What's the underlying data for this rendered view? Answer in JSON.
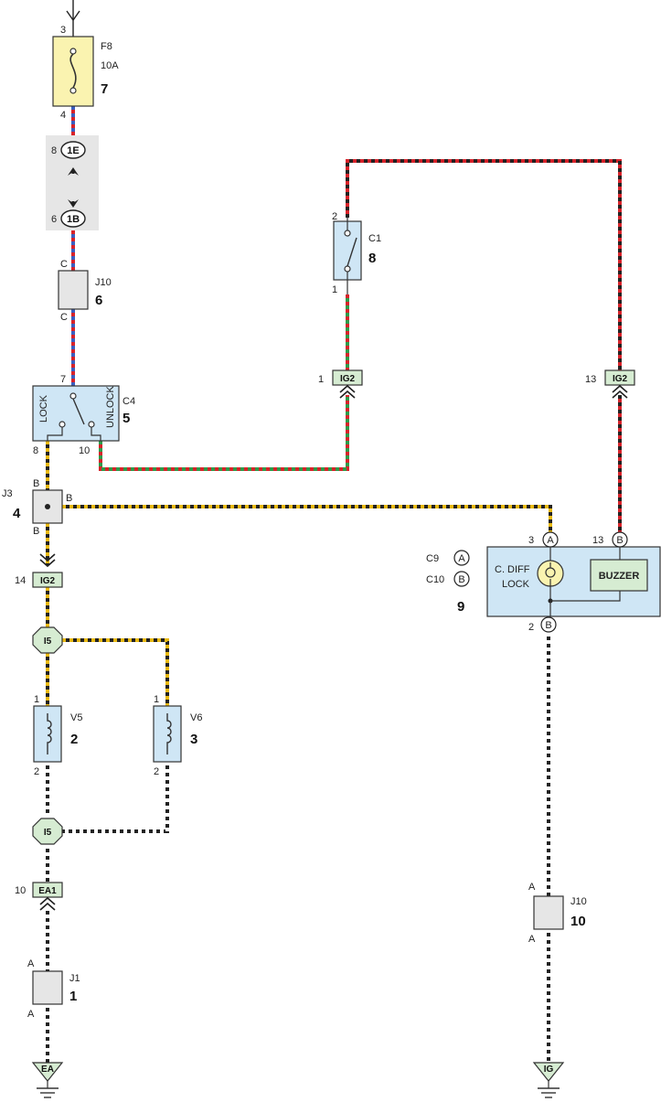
{
  "fuse": {
    "pin_top": "3",
    "pin_bottom": "4",
    "name": "F8",
    "rating": "10A",
    "number": "7"
  },
  "junction_1E_1B": {
    "pin_top": "8",
    "tag_top": "1E",
    "pin_bottom": "6",
    "tag_bottom": "1B"
  },
  "j10_top": {
    "pin_top": "C",
    "pin_bottom": "C",
    "name": "J10",
    "number": "6"
  },
  "switch_c4": {
    "name": "C4",
    "number": "5",
    "pin_in": "7",
    "pin_lock": "8",
    "pin_unlock": "10",
    "label_lock": "LOCK",
    "label_unlock": "UNLOCK"
  },
  "switch_c1": {
    "pin_top": "2",
    "pin_bottom": "1",
    "name": "C1",
    "number": "8"
  },
  "conn_ig2_c1": {
    "pin": "1",
    "tag": "IG2"
  },
  "conn_ig2_right": {
    "pin": "13",
    "tag": "IG2"
  },
  "joint_j3": {
    "name": "J3",
    "number": "4",
    "pin_top": "B",
    "pin_right": "B",
    "pin_bottom": "B"
  },
  "conn_ig2_left": {
    "pin": "14",
    "tag": "IG2"
  },
  "indicator": {
    "conn_c9": "C9",
    "conn_c9_tag": "A",
    "conn_c10": "C10",
    "conn_c10_tag": "B",
    "number": "9",
    "label_line1": "C. DIFF",
    "label_line2": "LOCK",
    "buzzer": "BUZZER",
    "pin_a": "3",
    "pin_a_tag": "A",
    "pin_b13": "13",
    "pin_b13_tag": "B",
    "pin_b2": "2",
    "pin_b2_tag": "B"
  },
  "i5_top": {
    "tag": "I5"
  },
  "i5_bottom": {
    "tag": "I5"
  },
  "solenoid_v5": {
    "pin_top": "1",
    "pin_bottom": "2",
    "name": "V5",
    "number": "2"
  },
  "solenoid_v6": {
    "pin_top": "1",
    "pin_bottom": "2",
    "name": "V6",
    "number": "3"
  },
  "conn_ea1": {
    "pin": "10",
    "tag": "EA1"
  },
  "j1": {
    "pin_top": "A",
    "pin_bottom": "A",
    "name": "J1",
    "number": "1"
  },
  "j10_bottom": {
    "pin_top": "A",
    "pin_bottom": "A",
    "name": "J10",
    "number": "10"
  },
  "ground_ea": {
    "tag": "EA"
  },
  "ground_ig": {
    "tag": "IG"
  },
  "colors": {
    "box_blue": "#cfe6f5",
    "box_yellow": "#faf3b0",
    "box_gray": "#e6e6e6",
    "conn_green": "#d6ecd2",
    "wire_red": "#d8232a",
    "wire_green": "#2e9b4a",
    "wire_blue": "#3b5fc0",
    "wire_yellow": "#e8b912",
    "wire_black": "#222222"
  }
}
